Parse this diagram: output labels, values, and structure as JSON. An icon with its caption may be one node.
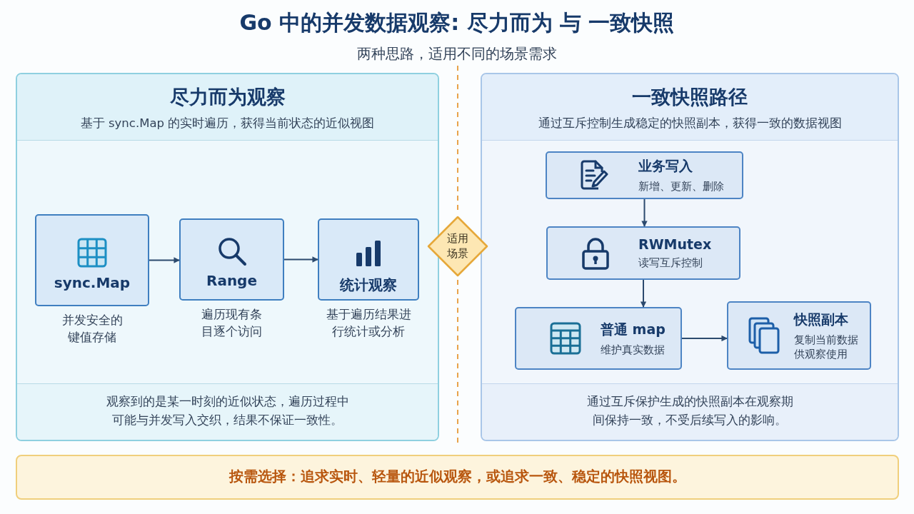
{
  "diagram": {
    "title": "Go 中的并发数据观察: 尽力而为 与 一致快照",
    "nodes": [
      {
        "text": [
          "尽力而为观察",
          "基于 sync.Map 的实时遍历，获得当前状态的近似视图",
          "观察到的是某一时刻的近似状态，遍历过程中可能与并发写入交织，结果不保证一致性。"
        ]
      },
      {
        "text": [
          "sync.Map"
        ],
        "in": 0,
        "beside": [
          "并发安全的键值存储"
        ]
      },
      {
        "text": [
          "Range"
        ],
        "in": 0,
        "beside": [
          "遍历现有条目逐个访问"
        ]
      },
      {
        "text": [
          "统计观察"
        ],
        "in": 0,
        "beside": [
          "基于遍历结果进行统计或分析"
        ]
      },
      {
        "text": [
          "适用场景"
        ]
      },
      {
        "text": [
          "一致快照路径",
          "通过互斥控制生成稳定的快照副本，获得一致的数据视图",
          "通过互斥保护生成的快照副本在观察期间保持一致，不受后续写入的影响。"
        ]
      },
      {
        "text": [
          "业务写入",
          "新增、更新、删除"
        ],
        "in": 5
      },
      {
        "text": [
          "RWMutex",
          "读写互斥控制"
        ],
        "in": 5
      },
      {
        "text": [
          "普通 map",
          "维护真实数据"
        ],
        "in": 5
      },
      {
        "text": [
          "快照副本",
          "复制当前数据供观察使用"
        ],
        "in": 5
      },
      {
        "text": [
          "按需选择：追求实时、轻量的近似观察，或追求一致、稳定的快照视图。"
        ]
      }
    ],
    "edges": [
      {
        "from": 1,
        "to": 2,
        "arrow": "to"
      },
      {
        "from": 2,
        "to": 3,
        "arrow": "to"
      },
      {
        "from": 6,
        "to": 7,
        "arrow": "to"
      },
      {
        "from": 7,
        "to": 8,
        "arrow": "to"
      },
      {
        "from": 8,
        "to": 9,
        "arrow": "to"
      }
    ],
    "labels": [
      "两种思路，适用不同的场景需求"
    ]
  }
}
